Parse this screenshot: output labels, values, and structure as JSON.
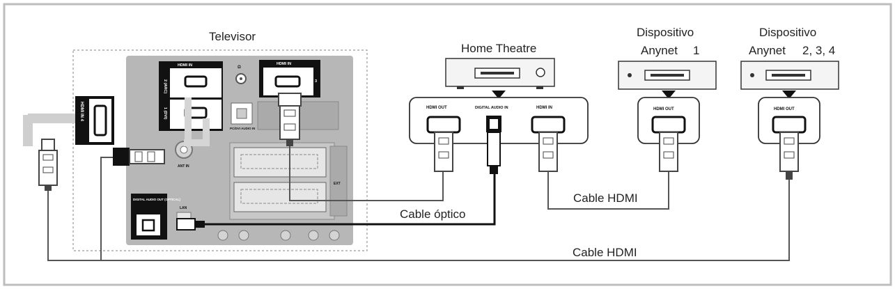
{
  "labels": {
    "tv": "Televisor",
    "home_theatre": "Home Theatre",
    "device1_line1": "Dispositivo",
    "device1_line2": "Anynet",
    "device1_num": "1",
    "device2_line1": "Dispositivo",
    "device2_line2": "Anynet",
    "device2_num": "2, 3, 4",
    "cable_optico": "Cable óptico",
    "cable_hdmi_mid": "Cable HDMI",
    "cable_hdmi_bottom": "Cable HDMI"
  },
  "ports": {
    "tv_hdmi_in_2": "HDMI IN",
    "tv_hdmi_in_3": "HDMI IN",
    "tv_hdmi_in_4": "HDMI IN 4",
    "tv_num_2": "2 (ARC)",
    "tv_num_1": "1 (DVI)",
    "tv_num_3": "3",
    "tv_pc_dvi": "PC/DVI AUDIO IN",
    "tv_ant": "ANT IN",
    "tv_lan": "LAN",
    "tv_digital_audio": "DIGITAL AUDIO OUT (OPTICAL)",
    "tv_ext": "EXT",
    "ht_hdmi_out": "HDMI OUT",
    "ht_digital_audio_in": "DIGITAL AUDIO IN",
    "ht_hdmi_in": "HDMI IN",
    "d1_hdmi_out": "HDMI OUT",
    "d2_hdmi_out": "HDMI OUT"
  },
  "colors": {
    "frame": "#bdbdbd",
    "panel": "#b3b3b3",
    "panel_light": "#cfcfcf",
    "cable": "#555555",
    "cable_dark": "#111111"
  }
}
